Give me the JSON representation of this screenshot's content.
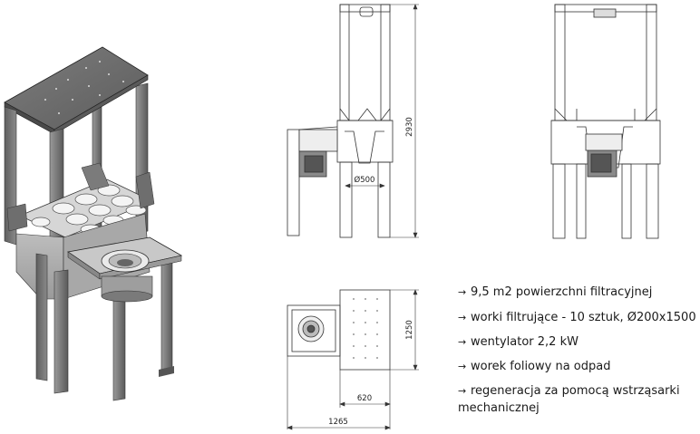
{
  "dimensions": {
    "height": "2930",
    "pipe_diameter": "Ø500",
    "depth": "1250",
    "inlet_width": "620",
    "overall_width": "1265"
  },
  "specs": [
    {
      "arrow": "→",
      "text": "9,5 m2 powierzchni filtracyjnej"
    },
    {
      "arrow": "→",
      "text": "worki filtrujące  - 10 sztuk, Ø200x1500"
    },
    {
      "arrow": "→",
      "text": "wentylator 2,2 kW"
    },
    {
      "arrow": "→",
      "text": "worek foliowy na odpad"
    },
    {
      "arrow": "→",
      "text": "regeneracja za pomocą wstrząsarki mechanicznej"
    }
  ]
}
